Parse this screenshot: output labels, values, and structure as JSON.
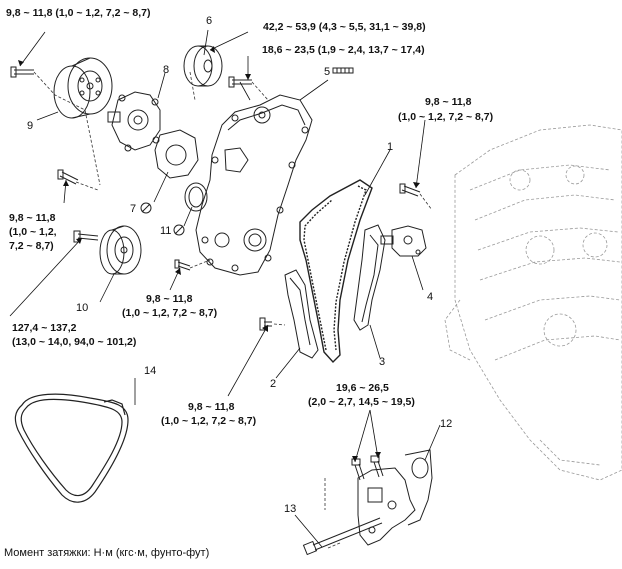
{
  "torque_labels": {
    "t_top_left": "9,8 ~ 11,8 (1,0 ~ 1,2, 7,2 ~ 8,7)",
    "t_top_mid1": "42,2 ~ 53,9 (4,3 ~ 5,5, 31,1 ~ 39,8)",
    "t_top_mid2": "18,6 ~ 23,5 (1,9 ~ 2,4, 13,7 ~ 17,4)",
    "t_right_a": "9,8 ~ 11,8",
    "t_right_b": "(1,0 ~ 1,2, 7,2 ~ 8,7)",
    "t_left_a": "9,8 ~ 11,8",
    "t_left_b": "(1,0 ~ 1,2,",
    "t_left_c": "7,2 ~ 8,7)",
    "t_center_a": "9,8 ~ 11,8",
    "t_center_b": "(1,0 ~ 1,2, 7,2 ~ 8,7)",
    "t_pulley_a": "127,4 ~ 137,2",
    "t_pulley_b": "(13,0 ~ 14,0, 94,0 ~ 101,2)",
    "t_lower_a": "9,8 ~ 11,8",
    "t_lower_b": "(1,0 ~ 1,2, 7,2 ~ 8,7)",
    "t_bracket_a": "19,6 ~ 26,5",
    "t_bracket_b": "(2,0 ~ 2,7, 14,5 ~ 19,5)"
  },
  "part_numbers": {
    "n1": "1",
    "n2": "2",
    "n3": "3",
    "n4": "4",
    "n5": "5",
    "n6": "6",
    "n7": "7",
    "n8": "8",
    "n9": "9",
    "n10": "10",
    "n11": "11",
    "n12": "12",
    "n13": "13",
    "n14": "14"
  },
  "caption": "Момент затяжки: Н·м (кгс·м, фунто-фут)",
  "icons": [
    "no-reuse-icon"
  ]
}
